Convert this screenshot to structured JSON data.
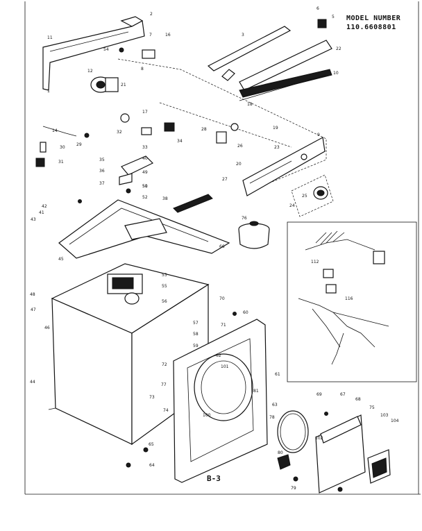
{
  "header": {
    "model_label": "MODEL NUMBER",
    "model_number": "110.6608801"
  },
  "section_label": "B-3",
  "callouts": [
    "1",
    "2",
    "3",
    "5",
    "6",
    "7",
    "8",
    "9",
    "10",
    "11",
    "12",
    "14",
    "16",
    "17",
    "18",
    "19",
    "20",
    "21",
    "22",
    "23",
    "24",
    "25",
    "26",
    "27",
    "28",
    "29",
    "30",
    "31",
    "32",
    "33",
    "34",
    "35",
    "36",
    "37",
    "38",
    "40",
    "41",
    "42",
    "43",
    "44",
    "45",
    "46",
    "47",
    "48",
    "49",
    "50",
    "51",
    "52",
    "53",
    "54",
    "55",
    "56",
    "57",
    "58",
    "59",
    "60",
    "61",
    "62",
    "63",
    "64",
    "65",
    "66",
    "67",
    "68",
    "69",
    "70",
    "71",
    "72",
    "73",
    "74",
    "75",
    "76",
    "77",
    "78",
    "79",
    "80",
    "81",
    "100",
    "101",
    "102",
    "103",
    "104",
    "112",
    "116"
  ]
}
